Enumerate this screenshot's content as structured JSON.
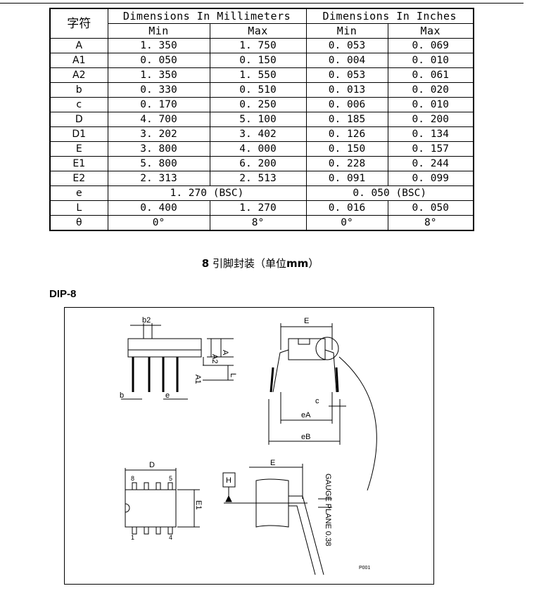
{
  "table": {
    "symbol_header": "字符",
    "mm_header": "Dimensions In Millimeters",
    "in_header": "Dimensions In Inches",
    "min_label": "Min",
    "max_label": "Max",
    "rows": [
      {
        "sym": "A",
        "mm_min": "1. 350",
        "mm_max": "1. 750",
        "in_min": "0. 053",
        "in_max": "0. 069"
      },
      {
        "sym": "A1",
        "mm_min": "0. 050",
        "mm_max": "0. 150",
        "in_min": "0. 004",
        "in_max": "0. 010"
      },
      {
        "sym": "A2",
        "mm_min": "1. 350",
        "mm_max": "1. 550",
        "in_min": "0. 053",
        "in_max": "0. 061"
      },
      {
        "sym": "b",
        "mm_min": "0. 330",
        "mm_max": "0. 510",
        "in_min": "0. 013",
        "in_max": "0. 020"
      },
      {
        "sym": "c",
        "mm_min": "0. 170",
        "mm_max": "0. 250",
        "in_min": "0. 006",
        "in_max": "0. 010"
      },
      {
        "sym": "D",
        "mm_min": "4. 700",
        "mm_max": "5. 100",
        "in_min": "0. 185",
        "in_max": "0. 200"
      },
      {
        "sym": "D1",
        "mm_min": "3. 202",
        "mm_max": "3. 402",
        "in_min": "0. 126",
        "in_max": "0. 134"
      },
      {
        "sym": "E",
        "mm_min": "3. 800",
        "mm_max": "4. 000",
        "in_min": "0. 150",
        "in_max": "0. 157"
      },
      {
        "sym": "E1",
        "mm_min": "5. 800",
        "mm_max": "6. 200",
        "in_min": "0. 228",
        "in_max": "0. 244"
      },
      {
        "sym": "E2",
        "mm_min": "2. 313",
        "mm_max": "2. 513",
        "in_min": "0. 091",
        "in_max": "0. 099"
      }
    ],
    "row_e": {
      "sym": "e",
      "mm": "1. 270 (BSC)",
      "in": "0. 050 (BSC)"
    },
    "row_l": {
      "sym": "L",
      "mm_min": "0. 400",
      "mm_max": "1. 270",
      "in_min": "0. 016",
      "in_max": "0. 050"
    },
    "row_theta": {
      "sym": "θ",
      "mm_min": "0°",
      "mm_max": "8°",
      "in_min": "0°",
      "in_max": "8°"
    }
  },
  "caption": {
    "num": "8",
    "text": " 引脚封装（单位",
    "unit": "mm",
    "close": "）"
  },
  "package_title": "DIP-8",
  "drawing": {
    "labels": {
      "b2": "b2",
      "A2": "A2",
      "A": "A",
      "A1": "A1",
      "L": "L",
      "b": "b",
      "e": "e",
      "E_top": "E",
      "c": "c",
      "eA": "eA",
      "eB": "eB",
      "D": "D",
      "pin8": "8",
      "pin5": "5",
      "pin1": "1",
      "pin4": "4",
      "E1": "E1",
      "H": "H",
      "E_side": "E",
      "gauge": "GAUGE PLANE 0.38",
      "code": "P001"
    }
  }
}
